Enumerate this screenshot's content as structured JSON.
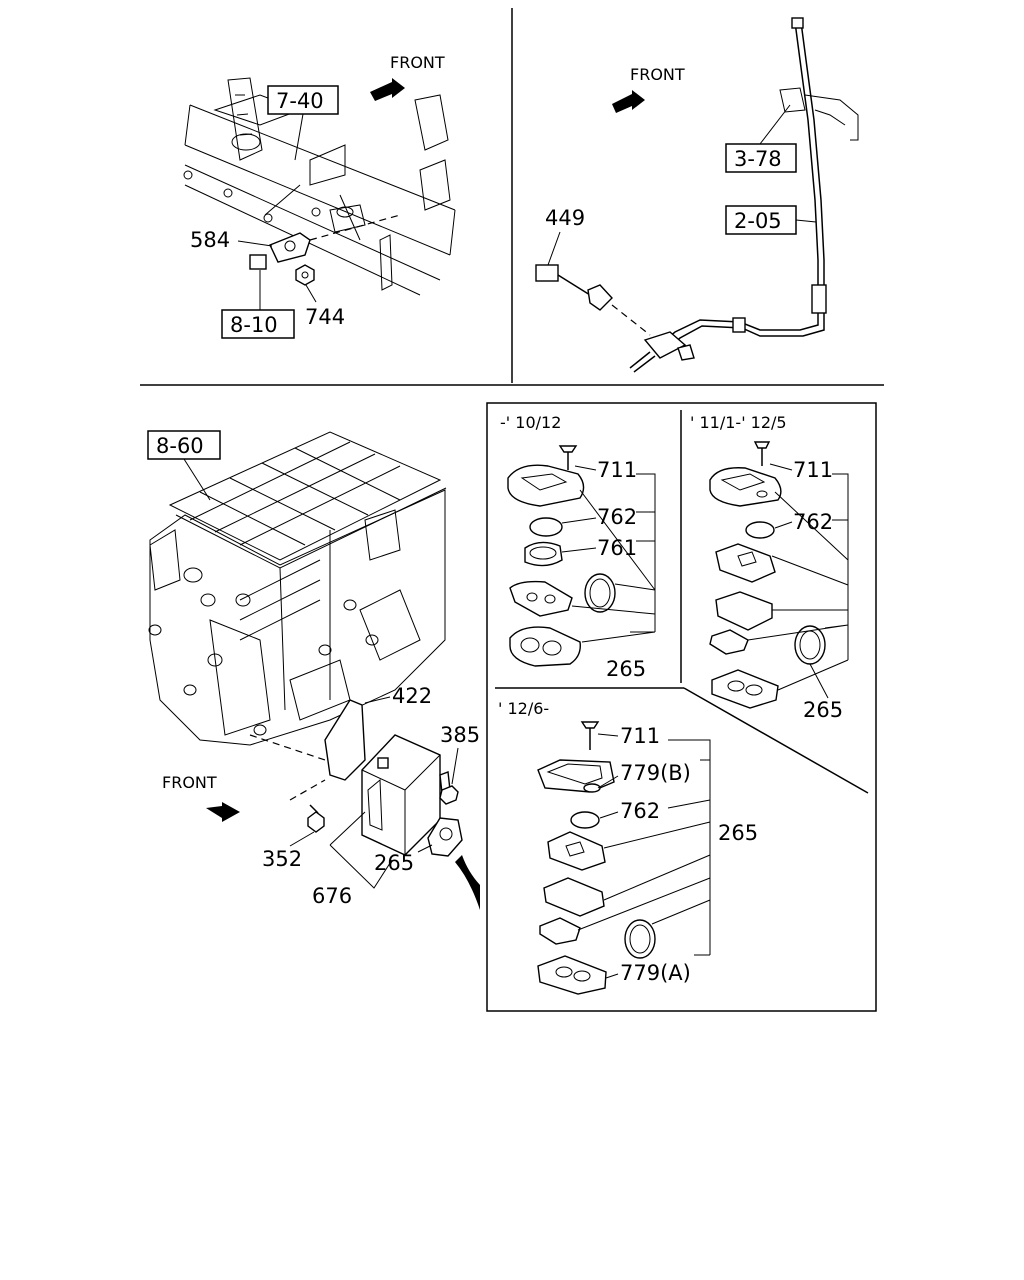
{
  "top_left": {
    "front": "FRONT",
    "ref_7_40": "7-40",
    "ref_8_10": "8-10",
    "p584": "584",
    "p744": "744"
  },
  "top_right": {
    "front": "FRONT",
    "ref_3_78": "3-78",
    "ref_2_05": "2-05",
    "p449": "449"
  },
  "lower_left": {
    "ref_8_60": "8-60",
    "front": "FRONT",
    "p422": "422",
    "p385": "385",
    "p352": "352",
    "p265": "265",
    "p676": "676"
  },
  "panel_a": {
    "title": "-' 10/12",
    "p711": "711",
    "p762": "762",
    "p761": "761",
    "p265": "265"
  },
  "panel_b": {
    "title": "' 11/1-' 12/5",
    "p711": "711",
    "p762": "762",
    "p265": "265"
  },
  "panel_c": {
    "title": "' 12/6-",
    "p711": "711",
    "p779b": "779(B)",
    "p762": "762",
    "p265": "265",
    "p779a": "779(A)"
  }
}
